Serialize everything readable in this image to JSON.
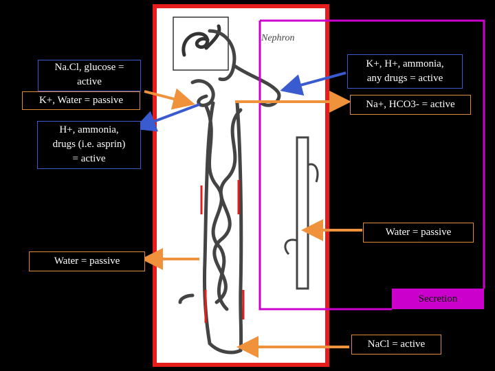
{
  "figure_label": "Nephron",
  "labels": {
    "nacl_glucose": [
      "Na.Cl, glucose =",
      "active",
      "K+, Water = passive"
    ],
    "h_ammonia_left": [
      "H+, ammonia,",
      "drugs (i.e. asprin)",
      "= active"
    ],
    "water_left": "Water = passive",
    "k_h_ammonia": [
      "K+, H+, ammonia,",
      "any drugs = active"
    ],
    "na_hco3": "Na+, HCO3- = active",
    "water_right": "Water = passive",
    "secretion": "Secretion",
    "nacl_active": "NaCl = active"
  },
  "colors": {
    "background": "#000000",
    "frame_red": "#e51d1d",
    "secretion_magenta": "#cc00cc",
    "arrow_orange": "#f0923c",
    "arrow_blue": "#3a5bd0",
    "box_blue_border": "#3a5bd0",
    "box_orange_border": "#e08a3a"
  }
}
